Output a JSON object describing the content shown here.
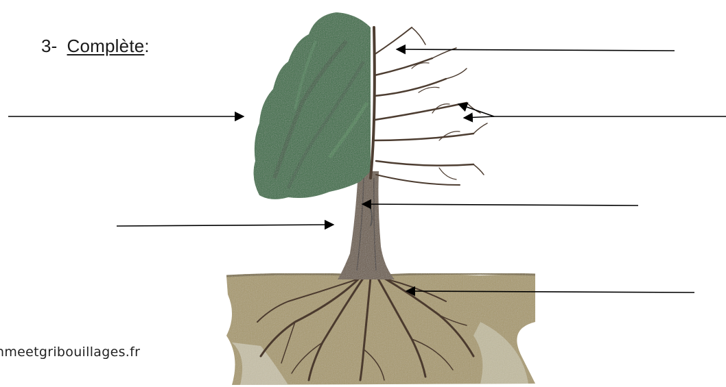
{
  "exercise": {
    "number": "3-",
    "instruction": "Complète",
    "suffix": ":"
  },
  "watermark": "nmeetgribouillages.fr",
  "labels": {
    "bare_branches": "",
    "leaves": "",
    "fine_twigs": "",
    "trunk_scar": "",
    "trunk": "",
    "roots": ""
  },
  "colors": {
    "foliage": "#2f6b3e",
    "foliage_dark": "#1f4d2c",
    "bark": "#5a4a3c",
    "soil": "#9a8a5a",
    "soil_edge": "#c8c4b0",
    "arrow": "#000000"
  },
  "icons": {
    "tree": "tree-illustration",
    "arrow": "arrowhead"
  }
}
